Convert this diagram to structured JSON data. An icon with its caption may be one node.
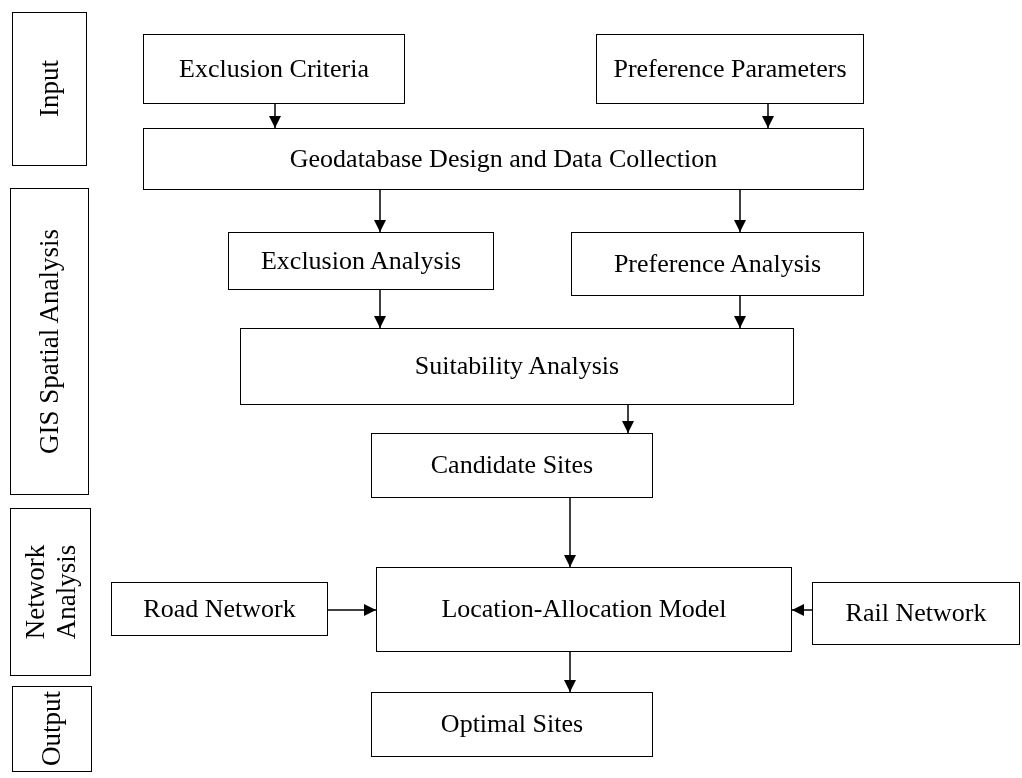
{
  "diagram": {
    "nodes": [
      {
        "text": [
          "Input"
        ]
      },
      {
        "text": [
          "GIS Spatial Analysis"
        ]
      },
      {
        "text": [
          "Network Analysis"
        ]
      },
      {
        "text": [
          "Output"
        ]
      },
      {
        "text": [
          "Exclusion Criteria"
        ]
      },
      {
        "text": [
          "Preference Parameters"
        ]
      },
      {
        "text": [
          "Geodatabase Design and Data Collection"
        ]
      },
      {
        "text": [
          "Exclusion Analysis"
        ]
      },
      {
        "text": [
          "Preference Analysis"
        ]
      },
      {
        "text": [
          "Suitability Analysis"
        ]
      },
      {
        "text": [
          "Candidate Sites"
        ]
      },
      {
        "text": [
          "Road Network"
        ]
      },
      {
        "text": [
          "Location-Allocation Model"
        ]
      },
      {
        "text": [
          "Rail Network"
        ]
      },
      {
        "text": [
          "Optimal Sites"
        ]
      }
    ],
    "edges": [
      {
        "from": 4,
        "to": 6,
        "arrow": "to"
      },
      {
        "from": 5,
        "to": 6,
        "arrow": "to"
      },
      {
        "from": 6,
        "to": 7,
        "arrow": "to"
      },
      {
        "from": 6,
        "to": 8,
        "arrow": "to"
      },
      {
        "from": 7,
        "to": 9,
        "arrow": "to"
      },
      {
        "from": 8,
        "to": 9,
        "arrow": "to"
      },
      {
        "from": 9,
        "to": 10,
        "arrow": "to"
      },
      {
        "from": 10,
        "to": 12,
        "arrow": "to"
      },
      {
        "from": 11,
        "to": 12,
        "arrow": "to"
      },
      {
        "from": 13,
        "to": 12,
        "arrow": "to"
      },
      {
        "from": 12,
        "to": 14,
        "arrow": "to"
      }
    ]
  }
}
